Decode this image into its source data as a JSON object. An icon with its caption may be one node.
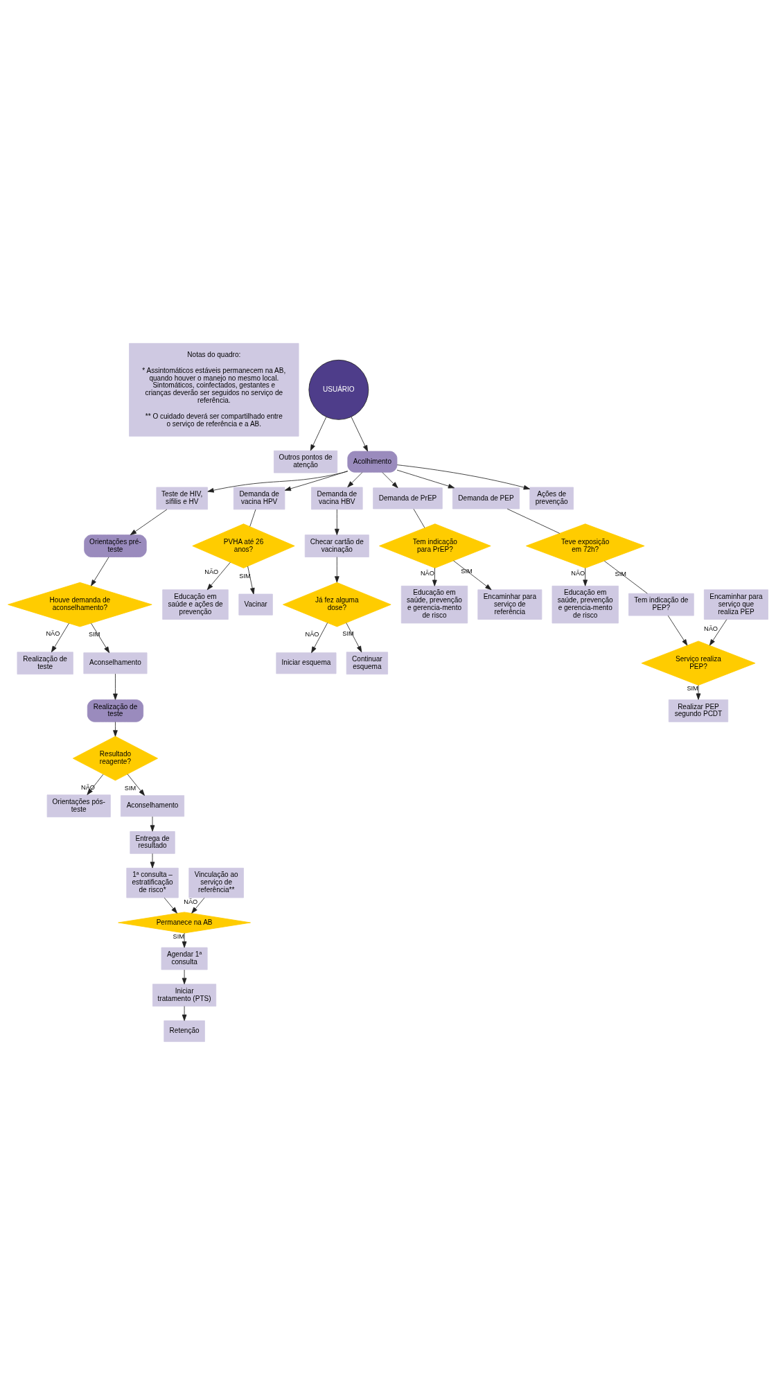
{
  "diagram": {
    "nodes": [
      {
        "text": [
          "Notas do quadro:",
          "* Assintomáticos estáveis permanecem na AB, quando houver o manejo no mesmo local. Sintomáticos, coinfectados, gestantes e crianças deverão ser seguidos no serviço de referência.",
          "** O cuidado deverá ser compartilhado entre o serviço de referência e a AB."
        ]
      },
      {
        "text": [
          "USUÁRIO"
        ]
      },
      {
        "text": [
          "Outros pontos de atenção"
        ]
      },
      {
        "text": [
          "Acolhimento"
        ]
      },
      {
        "text": [
          "Teste de HIV, sífilis e HV"
        ]
      },
      {
        "text": [
          "Demanda de vacina HPV"
        ]
      },
      {
        "text": [
          "Demanda de vacina HBV"
        ]
      },
      {
        "text": [
          "Demanda de PrEP"
        ]
      },
      {
        "text": [
          "Demanda de PEP"
        ]
      },
      {
        "text": [
          "Ações de prevenção"
        ]
      },
      {
        "text": [
          "Orientações pré-teste"
        ]
      },
      {
        "text": [
          "Houve demanda de aconselhamento?"
        ]
      },
      {
        "text": [
          "Realização de teste"
        ]
      },
      {
        "text": [
          "Aconselhamento"
        ]
      },
      {
        "text": [
          "Realização de teste"
        ]
      },
      {
        "text": [
          "Resultado reagente?"
        ]
      },
      {
        "text": [
          "Orientações pós-teste"
        ]
      },
      {
        "text": [
          "Aconselhamento"
        ]
      },
      {
        "text": [
          "Entrega de resultado"
        ]
      },
      {
        "text": [
          "1ª consulta – estratificação de risco*"
        ]
      },
      {
        "text": [
          "Permanece na AB"
        ]
      },
      {
        "text": [
          "Vinculação ao serviço de referência**"
        ]
      },
      {
        "text": [
          "Agendar 1ª consulta"
        ]
      },
      {
        "text": [
          "Iniciar tratamento (PTS)"
        ]
      },
      {
        "text": [
          "Retenção"
        ]
      },
      {
        "text": [
          "PVHA até 26 anos?"
        ]
      },
      {
        "text": [
          "Educação em saúde e ações de prevenção"
        ]
      },
      {
        "text": [
          "Vacinar"
        ]
      },
      {
        "text": [
          "Checar cartão de vacinação"
        ]
      },
      {
        "text": [
          "Já fez alguma dose?"
        ]
      },
      {
        "text": [
          "Iniciar esquema"
        ]
      },
      {
        "text": [
          "Continuar esquema"
        ]
      },
      {
        "text": [
          "Tem indicação para PrEP?"
        ]
      },
      {
        "text": [
          "Educação em saúde, prevenção e gerencia-mento de risco"
        ]
      },
      {
        "text": [
          "Encaminhar para serviço de referência"
        ]
      },
      {
        "text": [
          "Teve exposição em 72h?"
        ]
      },
      {
        "text": [
          "Educação em saúde, prevenção e gerencia-mento de risco"
        ]
      },
      {
        "text": [
          "Tem indicação de PEP?"
        ]
      },
      {
        "text": [
          "Serviço realiza PEP?"
        ]
      },
      {
        "text": [
          "Realizar PEP segundo PCDT"
        ]
      },
      {
        "text": [
          "Encaminhar para serviço que realiza PEP"
        ]
      }
    ],
    "edges": [
      {
        "from": 1,
        "to": 2,
        "arrow": "to"
      },
      {
        "from": 1,
        "to": 3,
        "arrow": "to"
      },
      {
        "from": 3,
        "to": 4,
        "arrow": "to"
      },
      {
        "from": 3,
        "to": 5,
        "arrow": "to"
      },
      {
        "from": 3,
        "to": 6,
        "arrow": "to"
      },
      {
        "from": 3,
        "to": 7,
        "arrow": "to"
      },
      {
        "from": 3,
        "to": 8,
        "arrow": "to"
      },
      {
        "from": 3,
        "to": 9,
        "arrow": "to"
      },
      {
        "from": 4,
        "to": 10,
        "arrow": "to"
      },
      {
        "from": 10,
        "to": 11,
        "arrow": "to"
      },
      {
        "from": 11,
        "to": 12,
        "arrow": "to",
        "label": "NÃO"
      },
      {
        "from": 11,
        "to": 13,
        "arrow": "to",
        "label": "SIM"
      },
      {
        "from": 13,
        "to": 14,
        "arrow": "to"
      },
      {
        "from": 14,
        "to": 15,
        "arrow": "to"
      },
      {
        "from": 15,
        "to": 16,
        "arrow": "to",
        "label": "NÃO"
      },
      {
        "from": 15,
        "to": 17,
        "arrow": "to",
        "label": "SIM"
      },
      {
        "from": 17,
        "to": 18,
        "arrow": "to"
      },
      {
        "from": 18,
        "to": 19,
        "arrow": "to"
      },
      {
        "from": 19,
        "to": 20,
        "arrow": "to"
      },
      {
        "from": 21,
        "to": 20,
        "arrow": "to",
        "label": "NÃO"
      },
      {
        "from": 20,
        "to": 22,
        "arrow": "to",
        "label": "SIM"
      },
      {
        "from": 22,
        "to": 23,
        "arrow": "to"
      },
      {
        "from": 23,
        "to": 24,
        "arrow": "to"
      },
      {
        "from": 5,
        "to": 25,
        "arrow": "none"
      },
      {
        "from": 25,
        "to": 26,
        "arrow": "to",
        "label": "NÃO"
      },
      {
        "from": 25,
        "to": 27,
        "arrow": "to",
        "label": "SIM"
      },
      {
        "from": 6,
        "to": 28,
        "arrow": "to"
      },
      {
        "from": 28,
        "to": 29,
        "arrow": "to"
      },
      {
        "from": 29,
        "to": 30,
        "arrow": "to",
        "label": "NÃO"
      },
      {
        "from": 29,
        "to": 31,
        "arrow": "to",
        "label": "SIM"
      },
      {
        "from": 7,
        "to": 32,
        "arrow": "none"
      },
      {
        "from": 32,
        "to": 33,
        "arrow": "to",
        "label": "NÃO"
      },
      {
        "from": 32,
        "to": 34,
        "arrow": "to",
        "label": "SIM"
      },
      {
        "from": 8,
        "to": 35,
        "arrow": "none"
      },
      {
        "from": 35,
        "to": 36,
        "arrow": "to",
        "label": "NÃO"
      },
      {
        "from": 35,
        "to": 37,
        "arrow": "none",
        "label": "SIM"
      },
      {
        "from": 37,
        "to": 38,
        "arrow": "to"
      },
      {
        "from": 38,
        "to": 39,
        "arrow": "to",
        "label": "SIM"
      },
      {
        "from": 40,
        "to": 38,
        "arrow": "to",
        "label": "NÃO"
      }
    ]
  }
}
